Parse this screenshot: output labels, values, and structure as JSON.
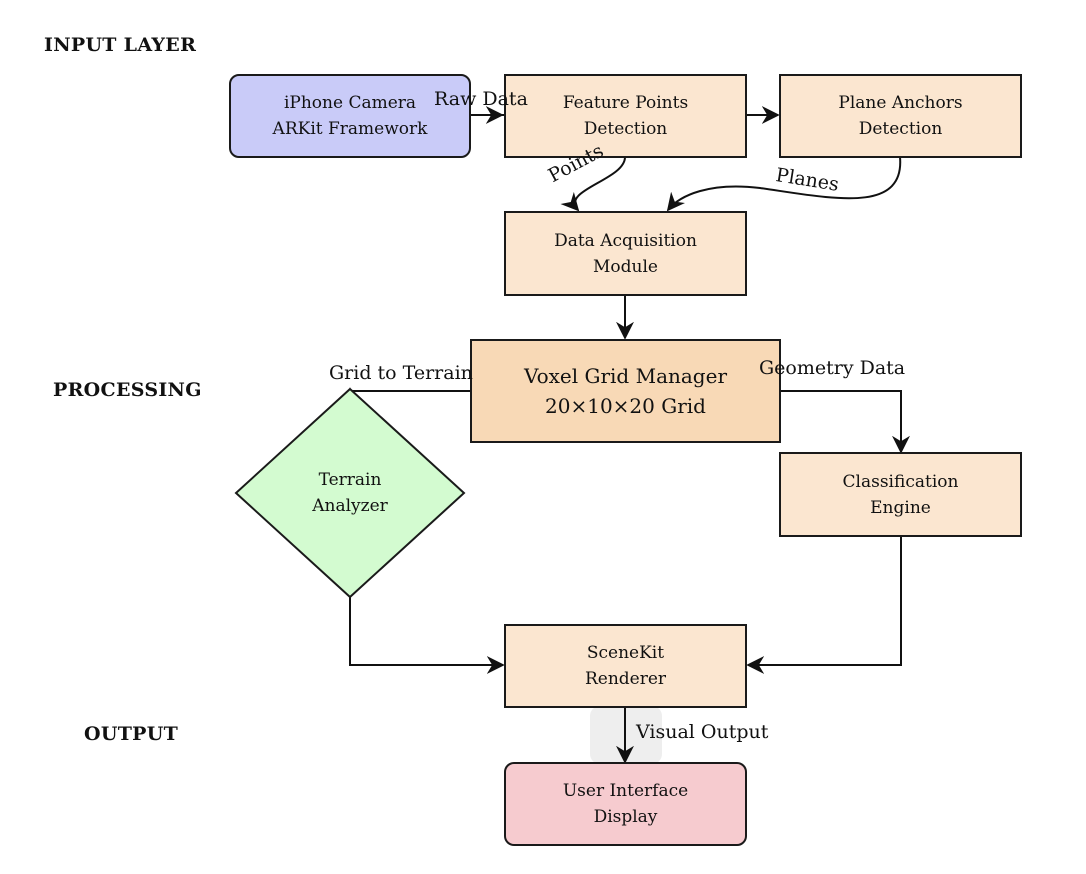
{
  "layers": {
    "input": "INPUT LAYER",
    "processing": "PROCESSING",
    "output": "OUTPUT"
  },
  "nodes": {
    "iphone_camera": "iPhone Camera\nARKit Framework",
    "feature_points": "Feature Points\nDetection",
    "plane_anchors": "Plane Anchors\nDetection",
    "data_acquisition": "Data Acquisition\nModule",
    "voxel_grid": "Voxel Grid Manager\n20×10×20 Grid",
    "terrain_analyzer": "Terrain\nAnalyzer",
    "classification_engine": "Classification\nEngine",
    "scenekit_renderer": "SceneKit\nRenderer",
    "user_interface": "User Interface\nDisplay"
  },
  "edge_labels": {
    "raw_data": "Raw Data",
    "points": "Points",
    "planes": "Planes",
    "grid_to_terrain": "Grid to Terrain",
    "geometry_data": "Geometry Data",
    "visual_output": "Visual Output"
  },
  "colors": {
    "input_node": "#c9cbf8",
    "process_node": "#fbe6d0",
    "voxel_node": "#f8d9b6",
    "terrain_node": "#d3fbd0",
    "output_node": "#f6cbcf",
    "highlight": "#eeeeee"
  }
}
